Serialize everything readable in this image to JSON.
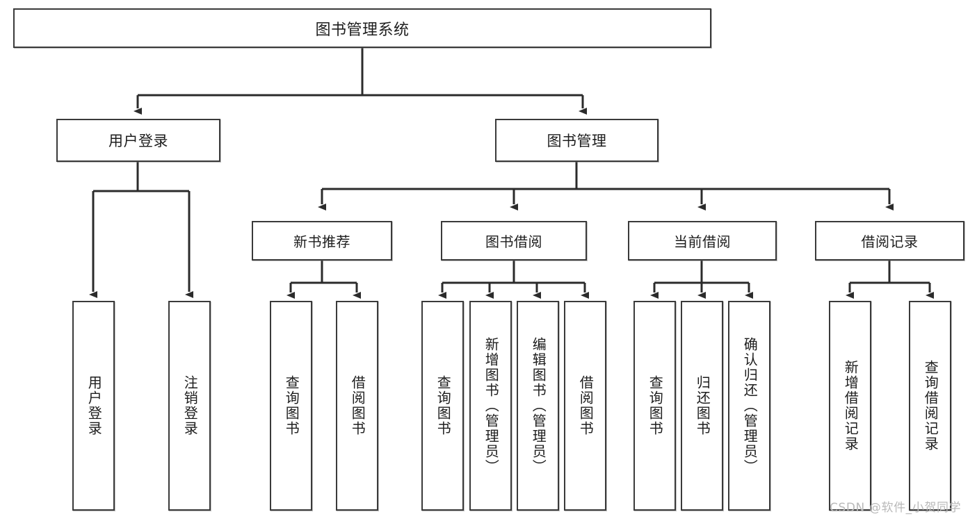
{
  "diagram": {
    "title": "图书管理系统",
    "watermark": "CSDN @软件_小贺同学",
    "colors": {
      "box_border": "#3a3a3a",
      "box_fill": "#ffffff",
      "connector": "#2b2b2b",
      "text": "#1d1d1d",
      "watermark": "#b9b9b9"
    },
    "root": {
      "label": "图书管理系统"
    },
    "level2": [
      {
        "label": "用户登录"
      },
      {
        "label": "图书管理"
      }
    ],
    "level3": [
      {
        "label": "新书推荐"
      },
      {
        "label": "图书借阅"
      },
      {
        "label": "当前借阅"
      },
      {
        "label": "借阅记录"
      }
    ],
    "leaves": {
      "user_login": [
        {
          "label": "用户登录"
        },
        {
          "label": "注销登录"
        }
      ],
      "new_book_recommend": [
        {
          "label": "查询图书"
        },
        {
          "label": "借阅图书"
        }
      ],
      "book_borrow": [
        {
          "label": "查询图书"
        },
        {
          "label": "新增图书（管理员）"
        },
        {
          "label": "编辑图书（管理员）"
        },
        {
          "label": "借阅图书"
        }
      ],
      "current_borrow": [
        {
          "label": "查询图书"
        },
        {
          "label": "归还图书"
        },
        {
          "label": "确认归还（管理员）"
        }
      ],
      "borrow_record": [
        {
          "label": "新增借阅记录"
        },
        {
          "label": "查询借阅记录"
        }
      ]
    }
  }
}
